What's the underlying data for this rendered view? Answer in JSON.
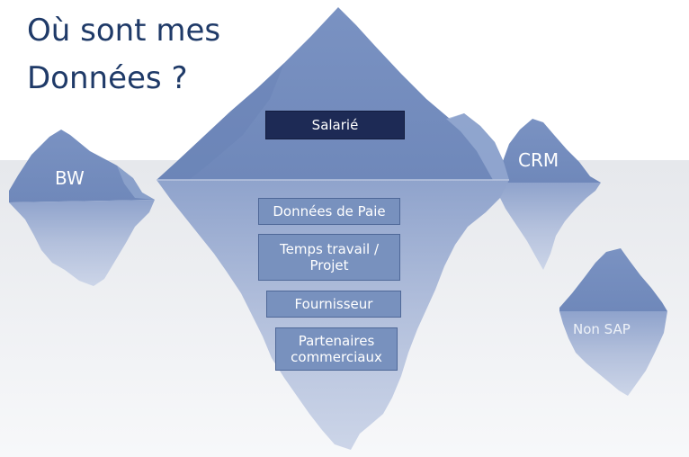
{
  "title": {
    "line1": "Où sont mes",
    "line2": "Données ?"
  },
  "icebergs": {
    "main": {
      "top_label": "Salarié",
      "underwater_items": [
        "Données de Paie",
        "Temps travail /\nProjet",
        "Fournisseur",
        "Partenaires\ncommerciaux"
      ]
    },
    "bw": {
      "label": "BW"
    },
    "crm": {
      "label": "CRM"
    },
    "non_sap": {
      "label": "Non SAP"
    }
  },
  "colors": {
    "ice_above": "#7b93c2",
    "ice_below": "#a9b8d7",
    "water_band": "#eceef1",
    "title": "#1f3a68",
    "box_light": "#7891be",
    "box_dark": "#1d2a55"
  }
}
